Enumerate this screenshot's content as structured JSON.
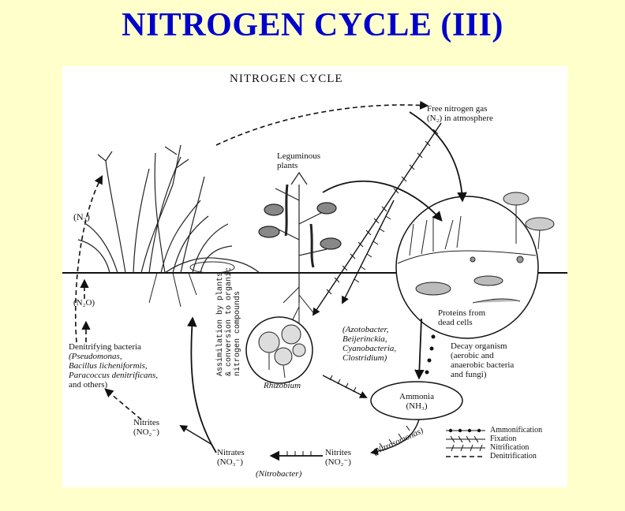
{
  "slide": {
    "title": "NITROGEN CYCLE (III)"
  },
  "diagram": {
    "title": "NITROGEN CYCLE",
    "labels": {
      "free_nitrogen": [
        "Free nitrogen gas",
        "(N₂) in atmosphere"
      ],
      "leguminous": [
        "Leguminous",
        "plants"
      ],
      "n2": "(N₂)",
      "n2o": "(N₂O)",
      "proteins": [
        "Proteins from",
        "dead cells"
      ],
      "fixers": [
        "(Azotobacter,",
        "Beijerinckia,",
        "Cyanobacteria,",
        "Clostridium)"
      ],
      "decay": [
        "Decay organism",
        "(aerobic and",
        "anaerobic bacteria",
        "and fungi)"
      ],
      "denitrifying": [
        "Denitrifying bacteria",
        "(Pseudomonas,",
        "Bacillus licheniformis,",
        "Paracoccus denitrificans,",
        "and others)"
      ],
      "rhizobium": "Rhizobium",
      "ammonia": [
        "Ammonia",
        "(NH₃)"
      ],
      "nitrites_left": [
        "Nitrites",
        "(NO₂⁻)"
      ],
      "nitrates": [
        "Nitrates",
        "(NO₃⁻)"
      ],
      "nitrites_right": [
        "Nitrites",
        "(NO₂⁻)"
      ],
      "nitrobacter": "(Nitrobacter)",
      "nitrosomonas": "(Nitrosomonas)",
      "assimilation": [
        "Assimilation by plants",
        "& conversion to organic",
        "nitrogen compounds"
      ]
    },
    "legend": [
      "Ammonification",
      "Fixation",
      "Nitrification",
      "Denitrification"
    ]
  }
}
